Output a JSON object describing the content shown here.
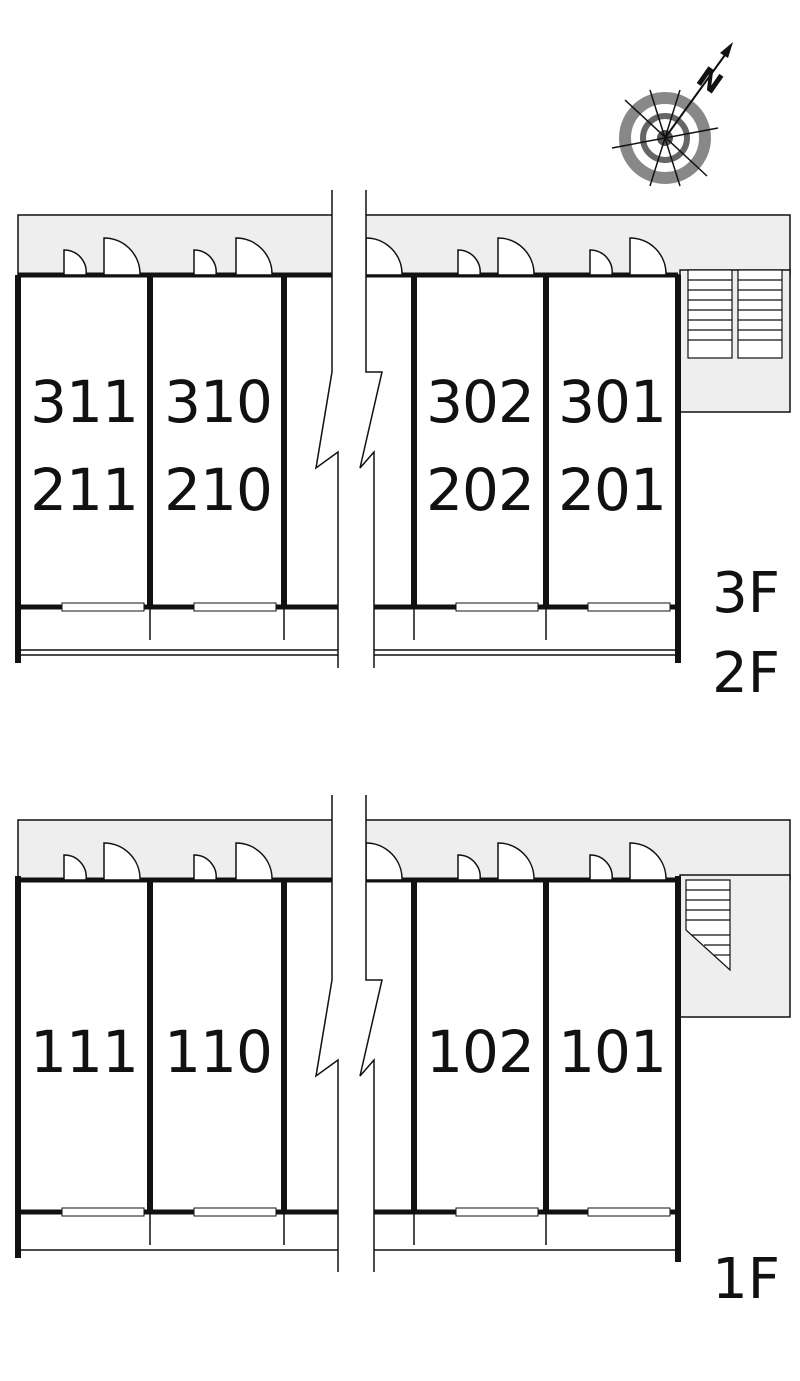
{
  "compass": {
    "north_label": "N",
    "icon": "compass-rose-icon",
    "north_direction": "upper-right"
  },
  "upper_plan": {
    "units_top_row": [
      "311",
      "310",
      "302",
      "301"
    ],
    "units_bottom_row": [
      "211",
      "210",
      "202",
      "201"
    ],
    "floor_labels": [
      "3F",
      "2F"
    ]
  },
  "lower_plan": {
    "units": [
      "111",
      "110",
      "102",
      "101"
    ],
    "floor_label": "1F"
  },
  "colors": {
    "corridor_fill": "#eeeeee",
    "wall": "#111111",
    "background": "#ffffff"
  }
}
